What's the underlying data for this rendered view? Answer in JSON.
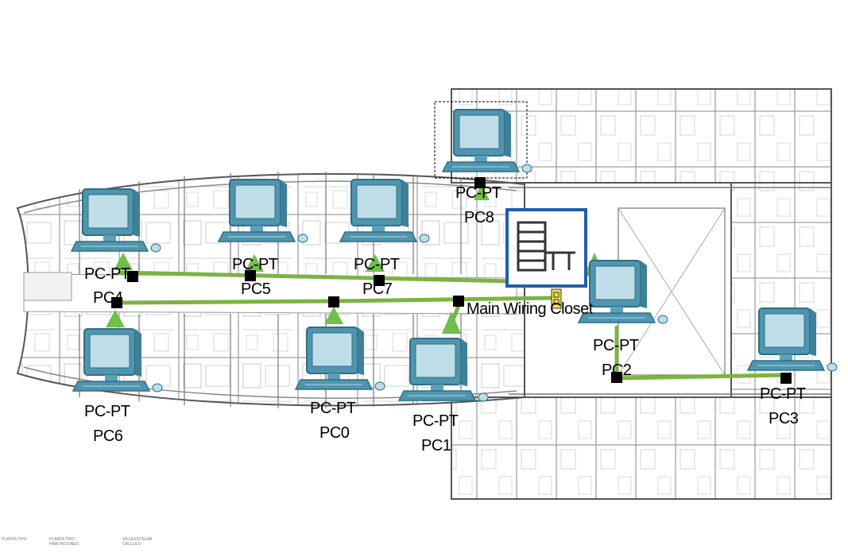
{
  "devices": [
    {
      "id": "pc0",
      "type": "PC-PT",
      "name": "PC0"
    },
    {
      "id": "pc1",
      "type": "PC-PT",
      "name": "PC1"
    },
    {
      "id": "pc2",
      "type": "PC-PT",
      "name": "PC2"
    },
    {
      "id": "pc3",
      "type": "PC-PT",
      "name": "PC3"
    },
    {
      "id": "pc4",
      "type": "PC-PT",
      "name": "PC4"
    },
    {
      "id": "pc5",
      "type": "PC-PT",
      "name": "PC5"
    },
    {
      "id": "pc6",
      "type": "PC-PT",
      "name": "PC6"
    },
    {
      "id": "pc7",
      "type": "PC-PT",
      "name": "PC7"
    },
    {
      "id": "pc8",
      "type": "PC-PT",
      "name": "PC8"
    }
  ],
  "wiring_closet": {
    "name": "Main Wiring Closet"
  },
  "colors": {
    "link": "#7cb342",
    "link_arrow": "#6fbf4a",
    "endpoint": "#000000",
    "pc_body": "#4f95ad",
    "pc_dark": "#2f6f86",
    "pc_screen": "#bfdde8",
    "closet_border": "#1f5fa8",
    "floorplan": "#8a8a8a"
  },
  "legend": [
    "PLANTA TIPO",
    "PLANTA TIPO HABITACIONES",
    "VILLA ESTELAR CALCULO"
  ]
}
